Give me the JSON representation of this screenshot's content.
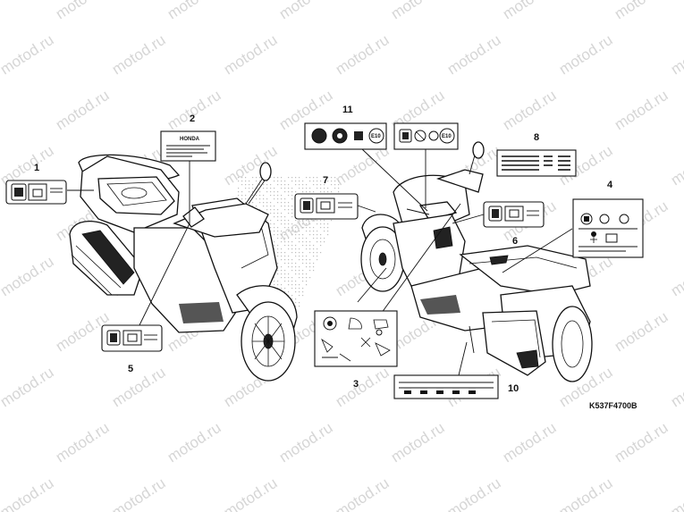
{
  "watermark": "motod.ru",
  "diagram_code": "K537F4700B",
  "callouts": [
    "1",
    "2",
    "3",
    "4",
    "5",
    "6",
    "7",
    "8",
    "10",
    "11"
  ],
  "label_badges": [
    "E10",
    "E10"
  ],
  "label_brand": "HONDA"
}
